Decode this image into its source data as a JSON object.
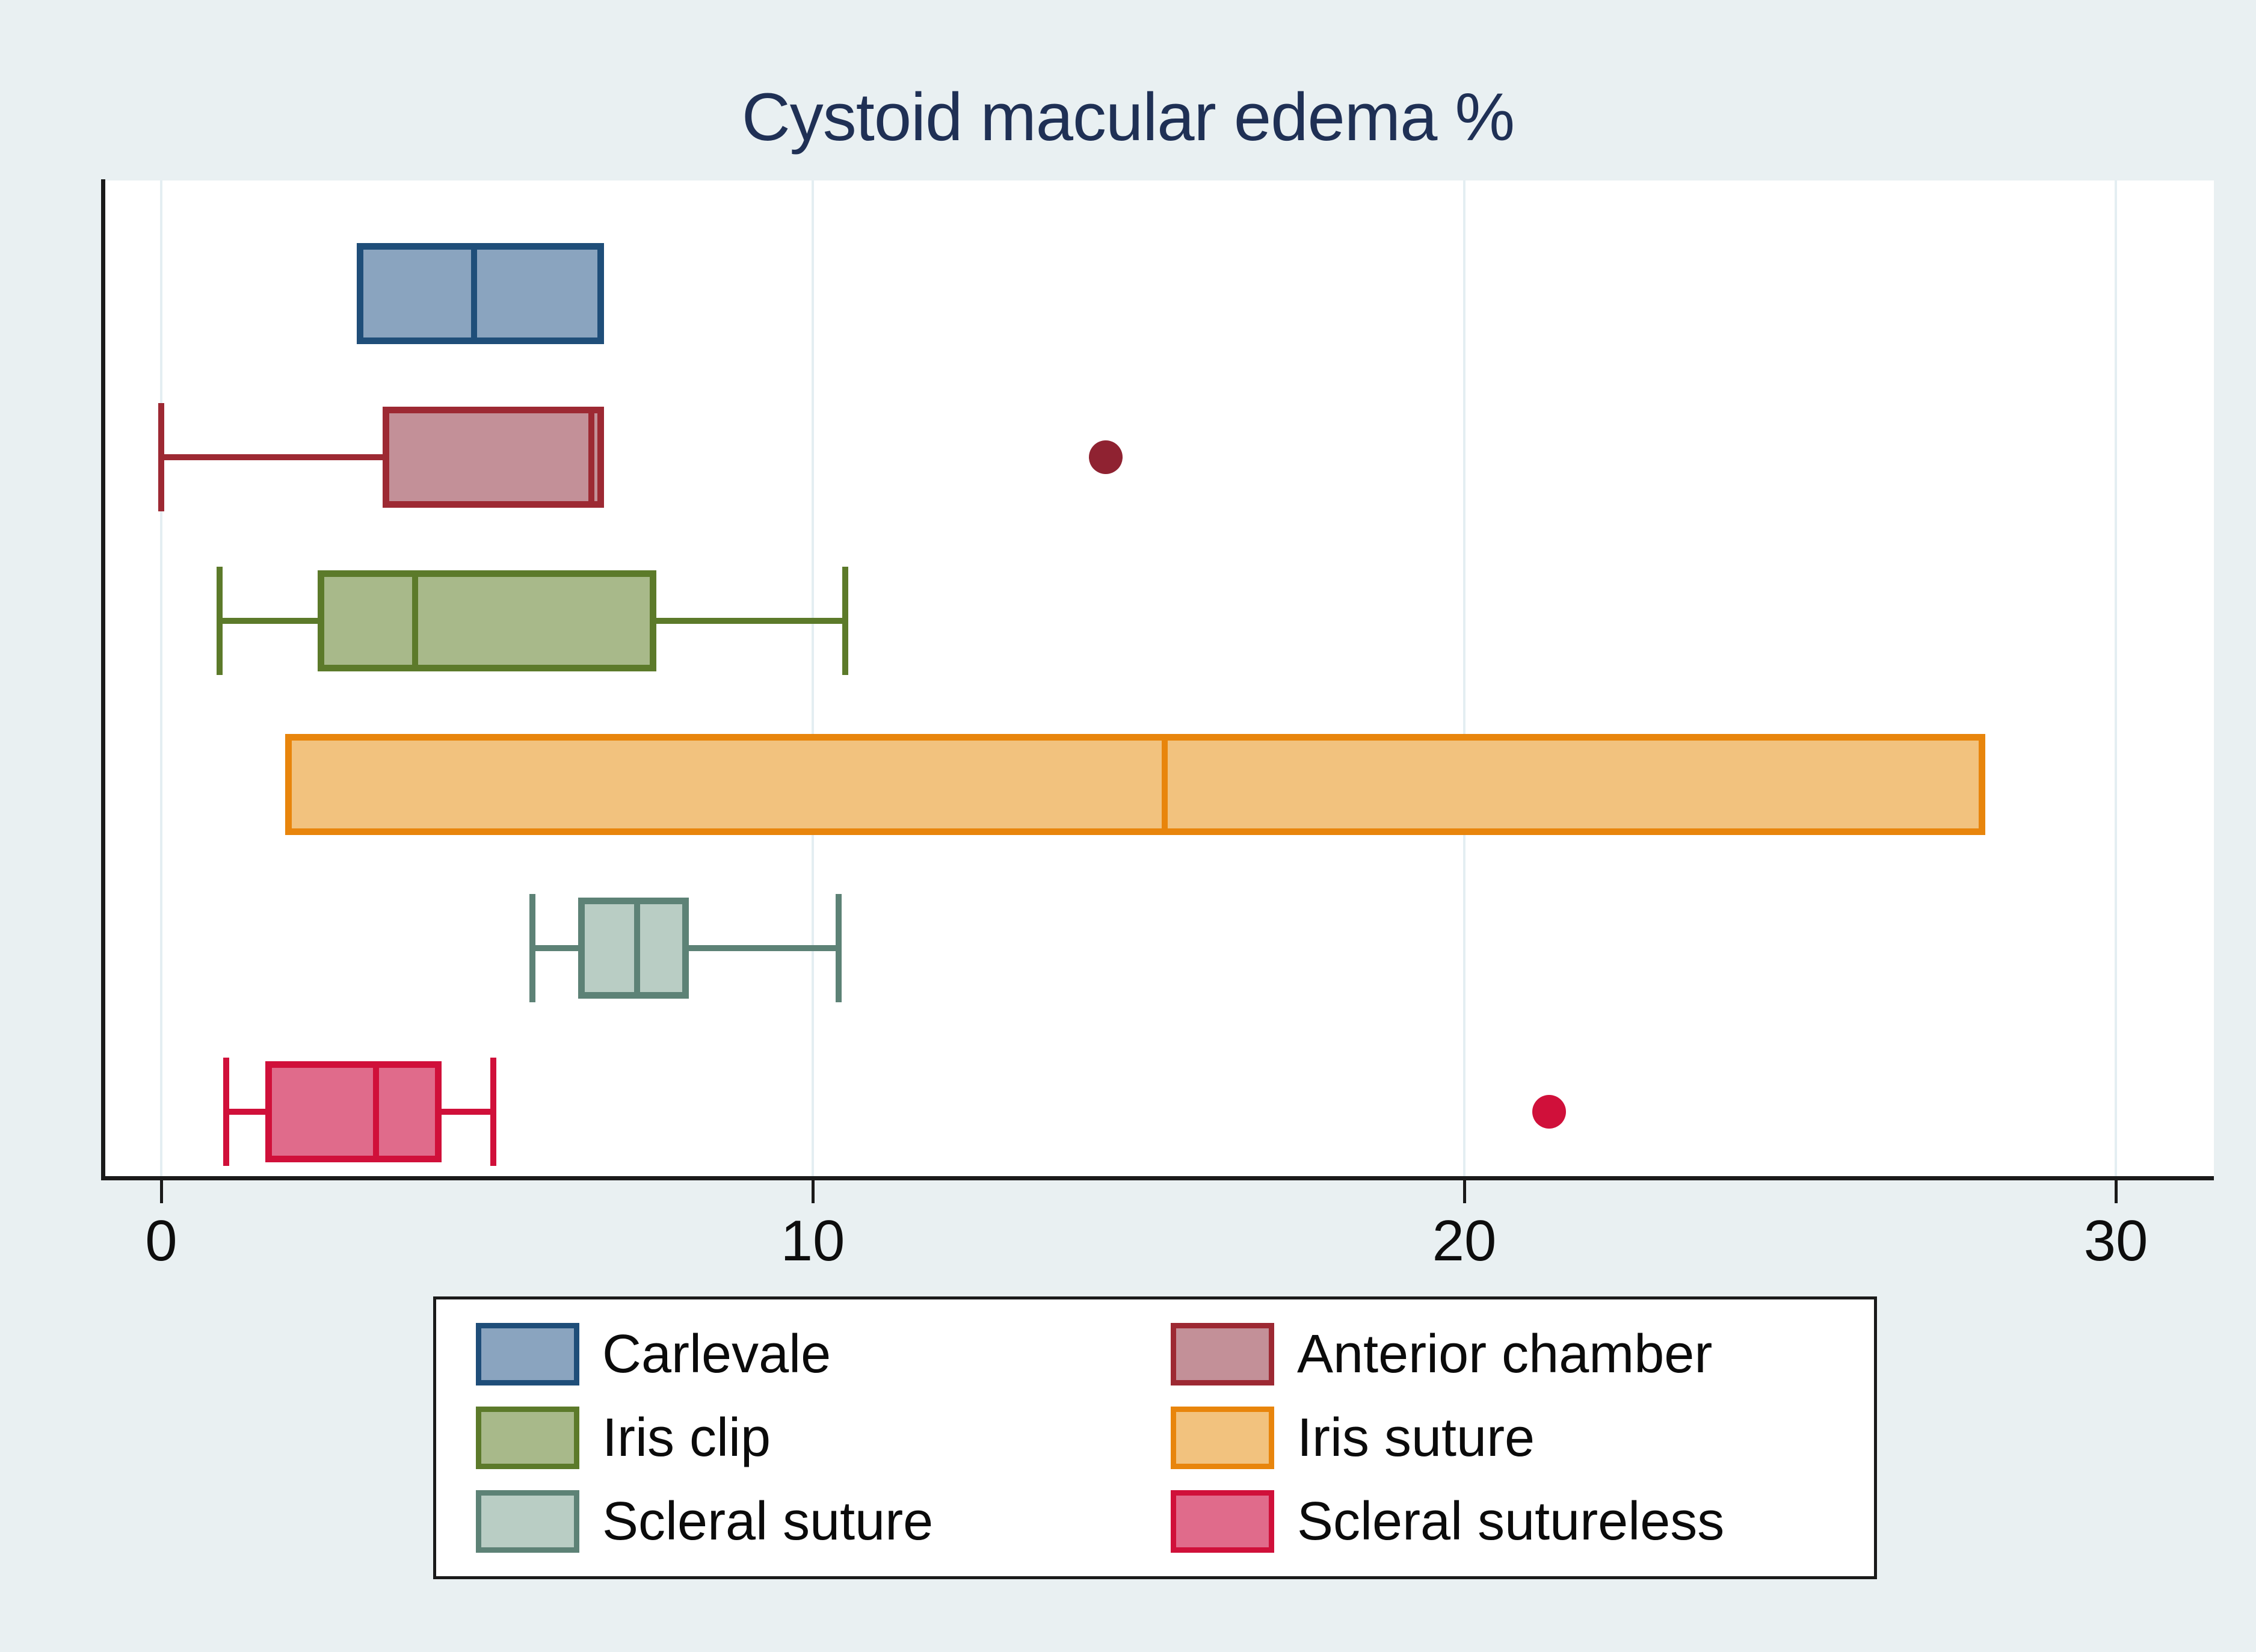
{
  "chart_data": {
    "type": "box",
    "title": "Cystoid macular edema %",
    "xlabel": "",
    "ylabel": "",
    "xlim": [
      0,
      30.8
    ],
    "xticks": [
      0,
      10,
      20,
      30
    ],
    "xtick_labels": [
      "0",
      "10",
      "20",
      "30"
    ],
    "grid": "vertical-only",
    "legend_position": "bottom",
    "orientation": "horizontal",
    "title_color": "#1f3055",
    "background_color": "#e9f0f2",
    "plot_background_color": "#ffffff",
    "categories": [
      "Carlevale",
      "Anterior chamber",
      "Iris clip",
      "Iris suture",
      "Scleral suture",
      "Scleral sutureless"
    ],
    "boxes": [
      {
        "name": "Carlevale",
        "fill": "#8aa4bf",
        "stroke": "#1f4e79",
        "whisker_low": 3.0,
        "q1": 3.0,
        "median": 4.8,
        "q3": 6.8,
        "whisker_high": 6.8,
        "outliers": []
      },
      {
        "name": "Anterior chamber",
        "fill": "#c39098",
        "stroke": "#9d2933",
        "whisker_low": 0.0,
        "q1": 3.4,
        "median": 6.6,
        "q3": 6.8,
        "whisker_high": 6.8,
        "outliers": [
          14.5
        ]
      },
      {
        "name": "Iris clip",
        "fill": "#a8b98a",
        "stroke": "#5c7a2a",
        "whisker_low": 0.9,
        "q1": 2.4,
        "median": 3.9,
        "q3": 7.6,
        "whisker_high": 10.5,
        "outliers": []
      },
      {
        "name": "Iris suture",
        "fill": "#f2c27e",
        "stroke": "#e8850c",
        "whisker_low": 1.9,
        "q1": 1.9,
        "median": 15.4,
        "q3": 28.0,
        "whisker_high": 28.0,
        "outliers": []
      },
      {
        "name": "Scleral suture",
        "fill": "#b9cdc4",
        "stroke": "#5d8276",
        "whisker_low": 5.7,
        "q1": 6.4,
        "median": 7.3,
        "q3": 8.1,
        "whisker_high": 10.4,
        "outliers": []
      },
      {
        "name": "Scleral sutureless",
        "fill": "#e06b8b",
        "stroke": "#d0103a",
        "whisker_low": 1.0,
        "q1": 1.6,
        "median": 3.3,
        "q3": 4.3,
        "whisker_high": 5.1,
        "outliers": [
          21.3
        ]
      }
    ],
    "outlier_points": [
      {
        "series": "Anterior chamber",
        "value": 14.5,
        "color": "#8f2231",
        "row": 1
      },
      {
        "series": "Scleral sutureless",
        "value": 21.3,
        "color": "#d0103a",
        "row": 5
      }
    ]
  },
  "legend": {
    "items": [
      {
        "label": "Carlevale",
        "fill": "#8aa4bf",
        "stroke": "#1f4e79"
      },
      {
        "label": "Anterior chamber",
        "fill": "#c39098",
        "stroke": "#9d2933"
      },
      {
        "label": "Iris clip",
        "fill": "#a8b98a",
        "stroke": "#5c7a2a"
      },
      {
        "label": "Iris suture",
        "fill": "#f2c27e",
        "stroke": "#e8850c"
      },
      {
        "label": "Scleral suture",
        "fill": "#b9cdc4",
        "stroke": "#5d8276"
      },
      {
        "label": "Scleral sutureless",
        "fill": "#e06b8b",
        "stroke": "#d0103a"
      }
    ]
  }
}
